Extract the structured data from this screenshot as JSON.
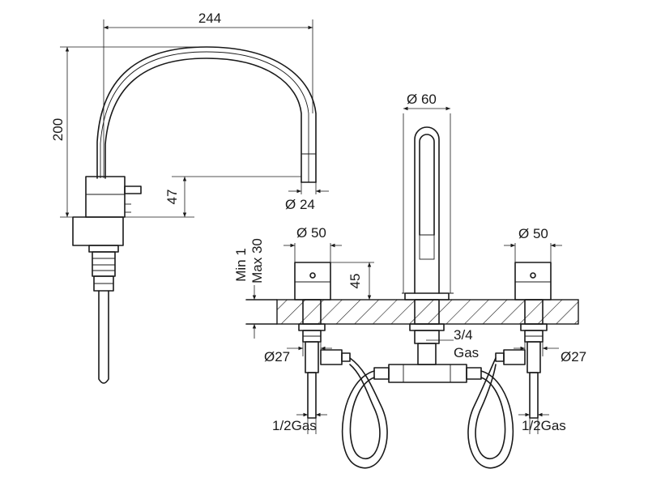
{
  "labels": {
    "width_244": "244",
    "height_200": "200",
    "height_47": "47",
    "dia_24": "Ø 24",
    "dia_60": "Ø 60",
    "dia_50_left": "Ø 50",
    "dia_50_right": "Ø 50",
    "min_1": "Min 1",
    "max_30": "Max 30",
    "height_45": "45",
    "dia_27_left": "Ø27",
    "dia_27_right": "Ø27",
    "gas_3_4_num": "3/4",
    "gas_3_4_word": "Gas",
    "gas_half_left": "1/2Gas",
    "gas_half_right": "1/2Gas"
  },
  "colors": {
    "ink": "#1a1a1a",
    "paper": "#ffffff"
  }
}
